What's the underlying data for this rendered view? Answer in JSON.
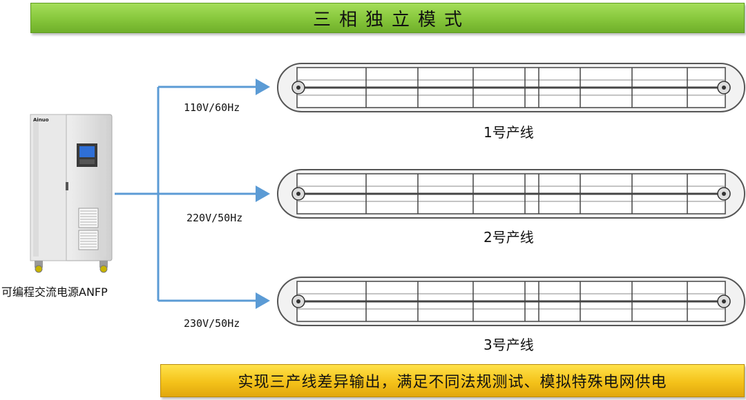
{
  "title": "三相独立模式",
  "bottom_banner": "实现三产线差异输出，满足不同法规测试、模拟特殊电网供电",
  "source": {
    "brand": "Ainuo",
    "label": "可编程交流电源ANFP"
  },
  "outputs": [
    {
      "voltage": "110V/60Hz",
      "line": "1号产线"
    },
    {
      "voltage": "220V/50Hz",
      "line": "2号产线"
    },
    {
      "voltage": "230V/50Hz",
      "line": "3号产线"
    }
  ],
  "colors": {
    "arrow": "#5b9bd5",
    "title_banner": "#86c63b",
    "bottom_banner": "#f4c21a"
  }
}
